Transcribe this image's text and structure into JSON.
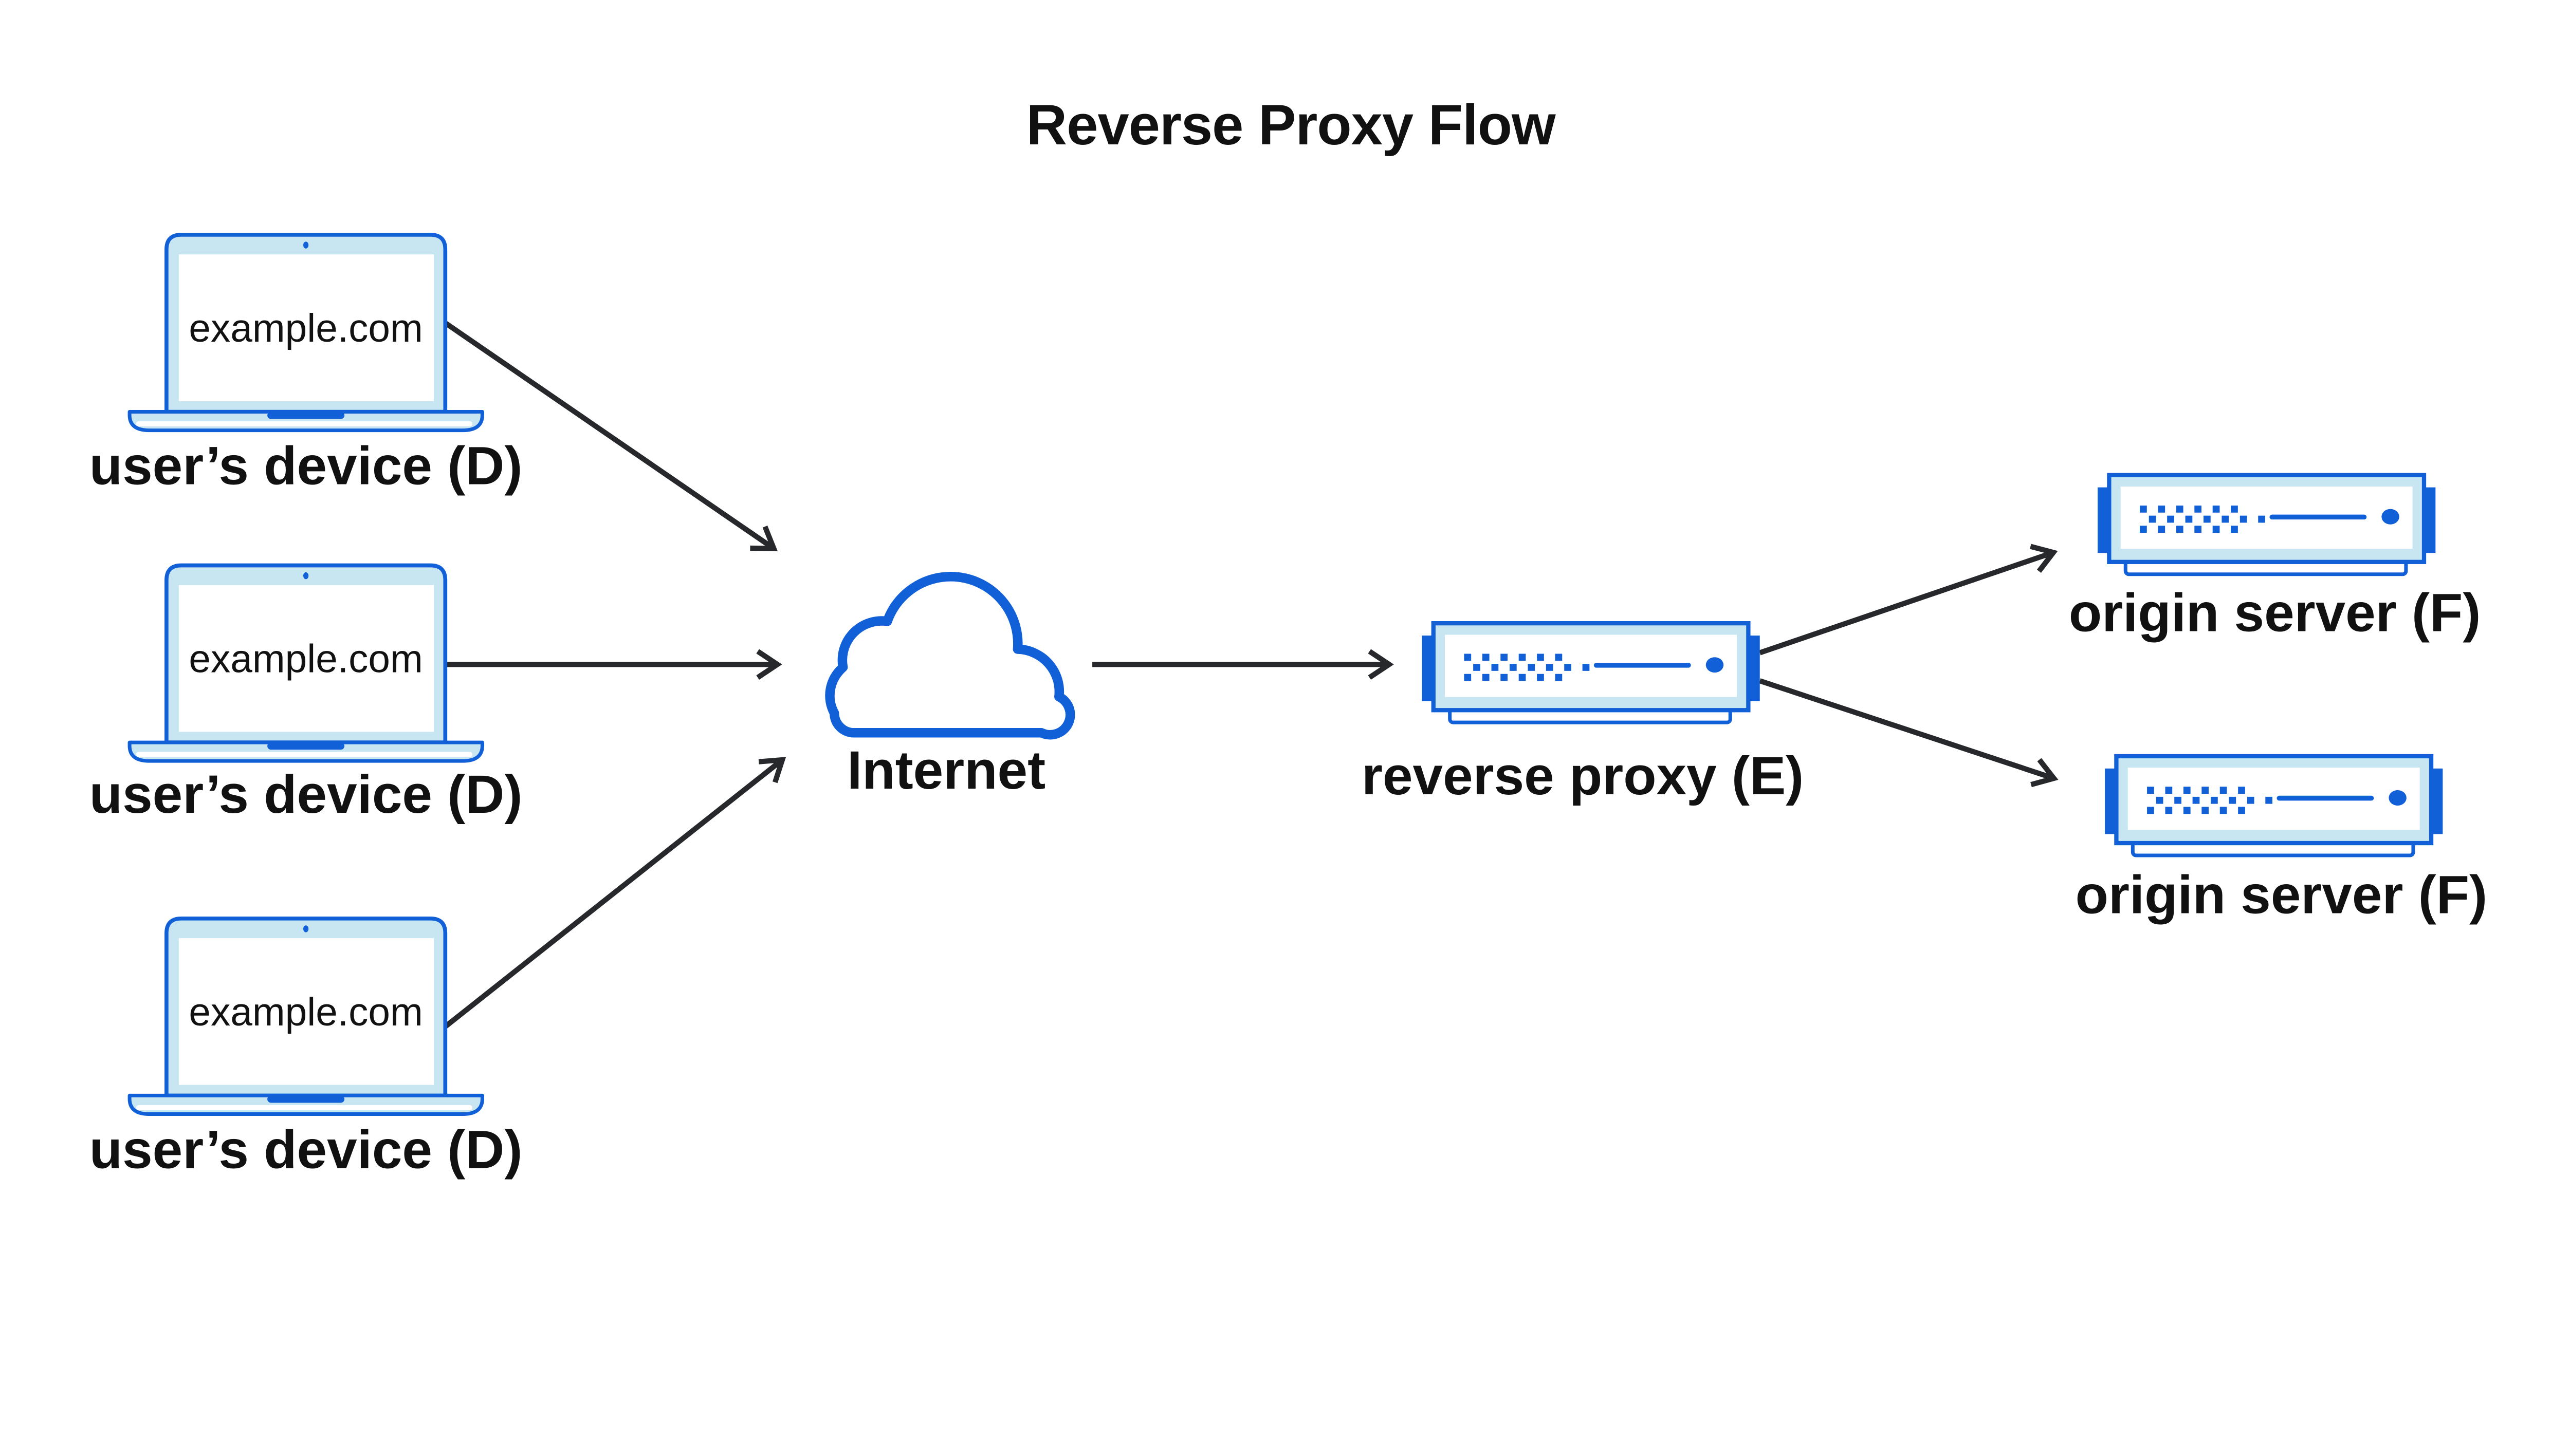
{
  "title": "Reverse Proxy Flow",
  "devices": [
    {
      "icon": "laptop-icon",
      "screen_text": "example.com",
      "label": "user’s device (D)"
    },
    {
      "icon": "laptop-icon",
      "screen_text": "example.com",
      "label": "user’s device (D)"
    },
    {
      "icon": "laptop-icon",
      "screen_text": "example.com",
      "label": "user’s device (D)"
    }
  ],
  "internet": {
    "icon": "cloud-icon",
    "label": "Internet"
  },
  "reverse_proxy": {
    "icon": "server-icon",
    "label": "reverse proxy (E)"
  },
  "origin_servers": [
    {
      "icon": "server-icon",
      "label": "origin server (F)"
    },
    {
      "icon": "server-icon",
      "label": "origin server (F)"
    }
  ],
  "arrows": [
    {
      "from": "user-device-1",
      "to": "internet"
    },
    {
      "from": "user-device-2",
      "to": "internet"
    },
    {
      "from": "user-device-3",
      "to": "internet"
    },
    {
      "from": "internet",
      "to": "reverse-proxy"
    },
    {
      "from": "reverse-proxy",
      "to": "origin-server-1"
    },
    {
      "from": "reverse-proxy",
      "to": "origin-server-2"
    }
  ],
  "colors": {
    "accent_blue": "#1160d8",
    "light_blue": "#c8e6f2",
    "arrow_dark": "#26282b",
    "text_black": "#111111",
    "canvas": "#ffffff"
  }
}
